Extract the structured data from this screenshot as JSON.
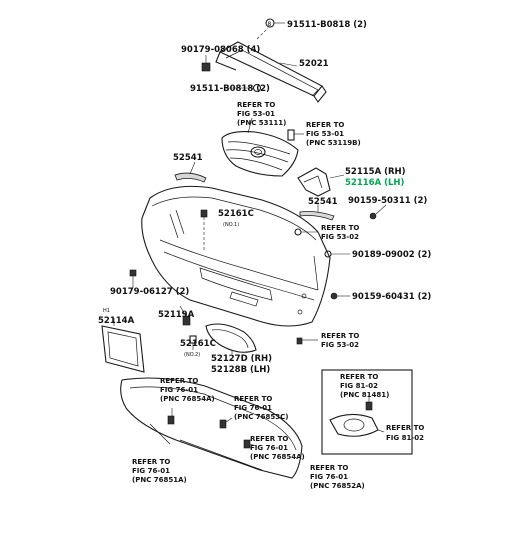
{
  "labels": {
    "p_91511_top": "91511-B0818 (2)",
    "p_90179_08068": "90179-08068 (4)",
    "p_52021": "52021",
    "p_91511_mid": "91511-B0818 (2)",
    "ref_53_01_a_1": "REFER TO",
    "ref_53_01_a_2": "FIG 53-01",
    "ref_53_01_a_3": "(PNC 53111)",
    "ref_53_01_b_1": "REFER TO",
    "ref_53_01_b_2": "FIG 53-01",
    "ref_53_01_b_3": "(PNC 53119B)",
    "p_52541_a": "52541",
    "p_52115a": "52115A (RH)",
    "p_52116a": "52116A (LH)",
    "p_90159_50311": "90159-50311 (2)",
    "p_52161c_a": "52161C",
    "note_no1": "(NO.1)",
    "p_52541_b": "52541",
    "ref_53_02_a_1": "REFER TO",
    "ref_53_02_a_2": "FIG 53-02",
    "p_90189_09002": "90189-09002 (2)",
    "p_90179_06127": "90179-06127 (2)",
    "p_90159_60431": "90159-60431 (2)",
    "mark_h1": "H1",
    "p_52114a": "52114A",
    "p_52119a": "52119A",
    "ref_53_02_b_1": "REFER TO",
    "ref_53_02_b_2": "FIG 53-02",
    "p_52161c_b": "52161C",
    "note_no2": "(NO.2)",
    "p_52127d": "52127D (RH)",
    "p_52128b": "52128B (LH)",
    "ref_81_02_a_1": "REFER TO",
    "ref_81_02_a_2": "FIG 81-02",
    "ref_81_02_a_3": "(PNC 81481)",
    "ref_76_01_a_1": "REFER TO",
    "ref_76_01_a_2": "FIG 76-01",
    "ref_76_01_a_3": "(PNC 76854A)",
    "ref_76_01_b_1": "REFER TO",
    "ref_76_01_b_2": "FIG 76-01",
    "ref_76_01_b_3": "(PNC 76853C)",
    "ref_81_02_b_1": "REFER TO",
    "ref_81_02_b_2": "FIG 81-02",
    "ref_76_01_c_1": "REFER TO",
    "ref_76_01_c_2": "FIG 76-01",
    "ref_76_01_c_3": "(PNC 76854A)",
    "ref_76_01_d_1": "REFER TO",
    "ref_76_01_d_2": "FIG 76-01",
    "ref_76_01_d_3": "(PNC 76851A)",
    "ref_76_01_e_1": "REFER TO",
    "ref_76_01_e_2": "FIG 76-01",
    "ref_76_01_e_3": "(PNC 76852A)"
  },
  "colors": {
    "highlight": "#00a651",
    "ink": "#1a1a1a",
    "background": "#ffffff"
  }
}
